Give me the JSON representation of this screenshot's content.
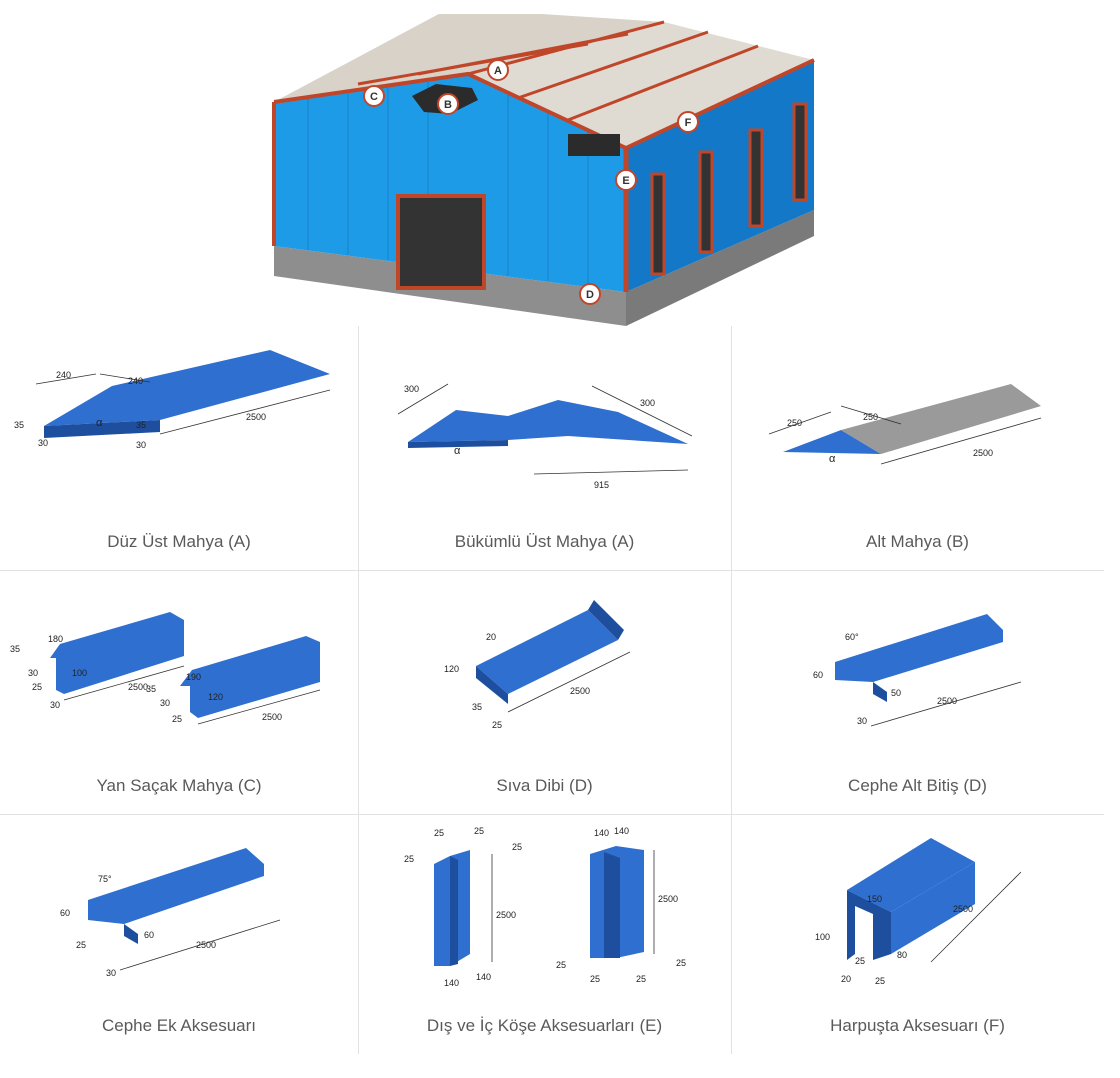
{
  "building": {
    "markers": [
      "A",
      "B",
      "C",
      "D",
      "E",
      "F"
    ]
  },
  "items": [
    {
      "caption": "Düz Üst Mahya (A)",
      "dims": [
        "240",
        "240",
        "35",
        "30",
        "35",
        "30",
        "2500"
      ],
      "angle": "α"
    },
    {
      "caption": "Bükümlü Üst Mahya (A)",
      "dims": [
        "300",
        "300",
        "915"
      ],
      "angle": "α"
    },
    {
      "caption": "Alt Mahya (B)",
      "dims": [
        "250",
        "250",
        "2500"
      ],
      "angle": "α"
    },
    {
      "caption": "Yan Saçak Mahya (C)",
      "dims": [
        "35",
        "180",
        "30",
        "100",
        "25",
        "30",
        "2500",
        "35",
        "190",
        "30",
        "120",
        "25",
        "2500"
      ]
    },
    {
      "caption": "Sıva Dibi (D)",
      "dims": [
        "20",
        "120",
        "35",
        "25",
        "2500"
      ]
    },
    {
      "caption": "Cephe Alt Bitiş (D)",
      "dims": [
        "60°",
        "60",
        "50",
        "30",
        "2500"
      ]
    },
    {
      "caption": "Cephe Ek Aksesuarı",
      "dims": [
        "75°",
        "60",
        "25",
        "60",
        "30",
        "2500"
      ]
    },
    {
      "caption": "Dış ve İç Köşe Aksesuarları (E)",
      "dims": [
        "25",
        "25",
        "25",
        "25",
        "2500",
        "140",
        "140",
        "140",
        "140",
        "2500",
        "25",
        "25",
        "25",
        "25"
      ]
    },
    {
      "caption": "Harpuşta Aksesuarı (F)",
      "dims": [
        "150",
        "100",
        "2500",
        "80",
        "25",
        "20",
        "25"
      ]
    }
  ],
  "colors": {
    "accessory_blue": "#2f6fd0",
    "wall_blue": "#1e9be6",
    "trim_red": "#c0462a",
    "roof": "#d8d2c8"
  }
}
